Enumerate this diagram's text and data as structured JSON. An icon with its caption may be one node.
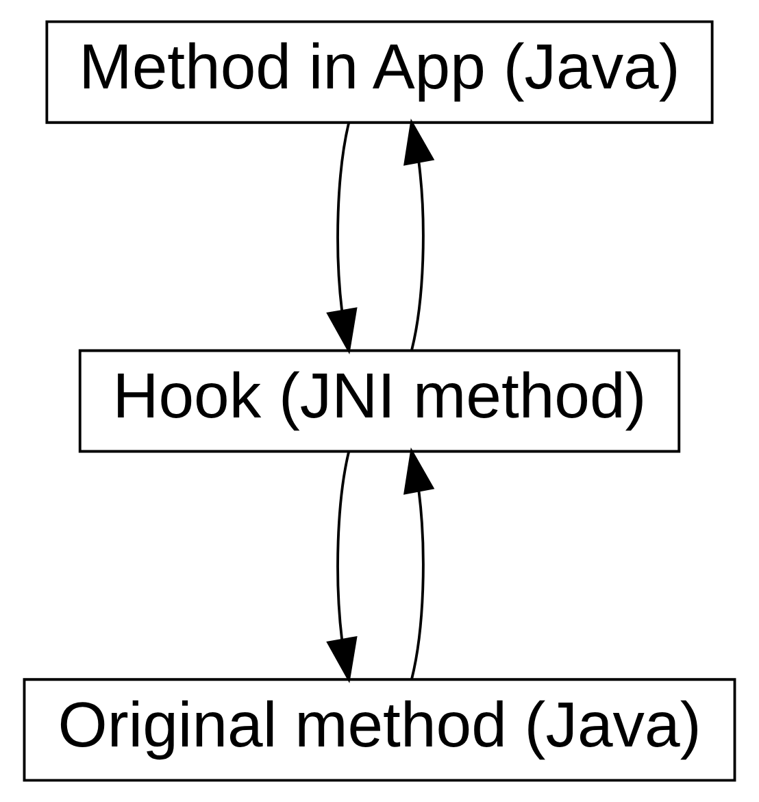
{
  "diagram": {
    "nodes": [
      {
        "text": [
          "Method in App (Java)"
        ]
      },
      {
        "text": [
          "Hook (JNI method)"
        ]
      },
      {
        "text": [
          "Original method (Java)"
        ]
      }
    ],
    "edges": [
      {
        "from": 0,
        "to": 1,
        "arrow": "to"
      },
      {
        "from": 1,
        "to": 0,
        "arrow": "to"
      },
      {
        "from": 1,
        "to": 2,
        "arrow": "to"
      },
      {
        "from": 2,
        "to": 1,
        "arrow": "to"
      }
    ]
  }
}
